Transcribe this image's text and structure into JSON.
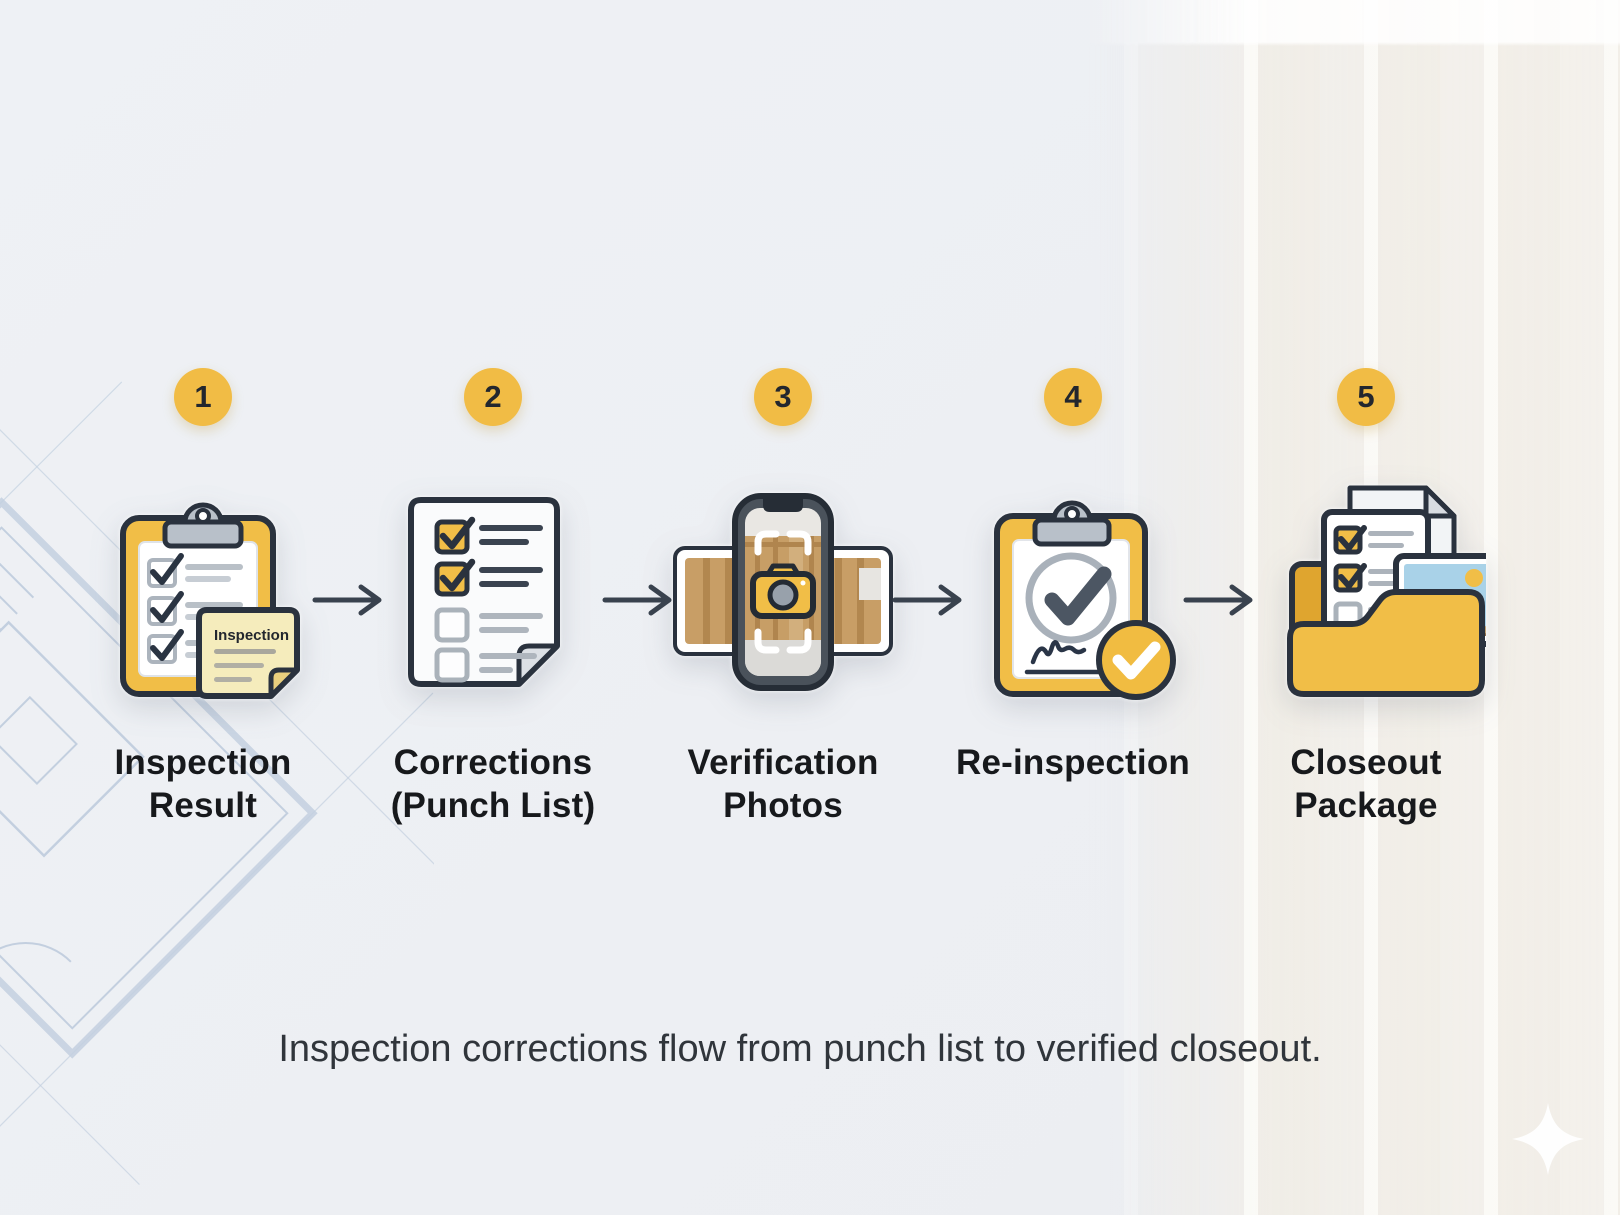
{
  "steps": [
    {
      "number": "1",
      "label": "Inspection Result",
      "icon": "clipboard-checklist-icon",
      "sticky_label": "Inspection"
    },
    {
      "number": "2",
      "label": "Corrections (Punch List)",
      "icon": "punch-list-document-icon"
    },
    {
      "number": "3",
      "label": "Verification Photos",
      "icon": "phone-camera-icon"
    },
    {
      "number": "4",
      "label": "Re-inspection",
      "icon": "clipboard-approved-icon"
    },
    {
      "number": "5",
      "label": "Closeout Package",
      "icon": "folder-documents-icon"
    }
  ],
  "caption": "Inspection corrections flow from punch list to verified closeout.",
  "colors": {
    "accent_yellow": "#F1BC45",
    "outline_dark": "#2A323E",
    "arrow": "#39424E",
    "label_text": "#17191C",
    "caption_text": "#30353B",
    "background": "#EDEFF3",
    "blueprint_line": "#9AB0CC"
  }
}
